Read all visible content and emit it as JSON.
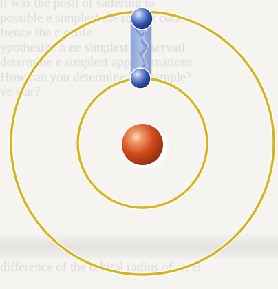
{
  "background_text": {
    "top_lines": [
      "ti   was the posit   of sattering to",
      "possible    e simplest the role of contro",
      "ftence   the c  ectile",
      "ypothesize h    ne simplest conservati",
      "determine   e simplest approximations",
      "How can you determine it   is simple?",
      "ve star?"
    ],
    "bottom_lines": [
      "difference of the orbital radius of an el"
    ]
  },
  "colors": {
    "page": "#f5f4f0",
    "orbit": "#d4b51c",
    "nucleus": "#d24a1c",
    "electron": "#2f4fa8",
    "trail": "#6f8fd0",
    "faint_text": "#c2c1bd"
  },
  "icons": {
    "nucleus": "sphere",
    "electron": "sphere"
  }
}
